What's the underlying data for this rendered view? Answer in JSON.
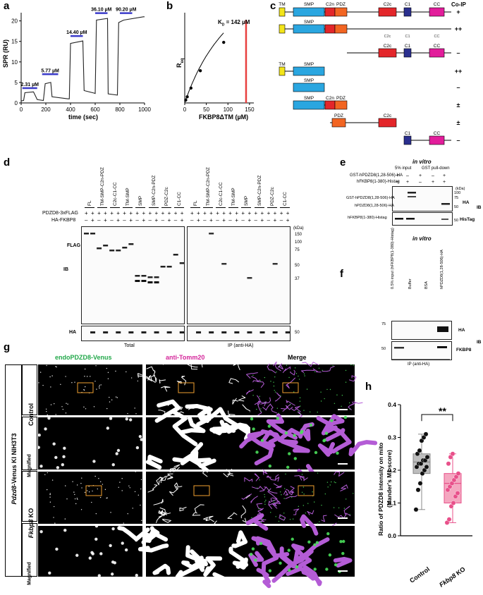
{
  "panels": {
    "a": "a",
    "b": "b",
    "c": "c",
    "d": "d",
    "e": "e",
    "f": "f",
    "g": "g",
    "h": "h"
  },
  "panel_a": {
    "ylabel": "SPR (RU)",
    "xlabel": "time (sec)",
    "yticks": [
      "0",
      "5",
      "10",
      "15",
      "20"
    ],
    "xticks": [
      "0",
      "200",
      "400",
      "600",
      "800",
      "1000"
    ],
    "conc_labels": [
      "2.31 µM",
      "5.77 µM",
      "14.40 µM",
      "36.10 µM",
      "90.20 µM"
    ]
  },
  "panel_b": {
    "ylabel_main": "R",
    "ylabel_sub": "eq",
    "xlabel": "FKBP8ΔTM (µM)",
    "xticks": [
      "0",
      "50",
      "100",
      "150"
    ],
    "kd_label": "K",
    "kd_sub": "D",
    "kd_value": " = 142 µM"
  },
  "panel_c": {
    "header": "Co-IP",
    "domain_names": [
      "TM",
      "SMP",
      "C2n",
      "PDZ",
      "C2c",
      "C1",
      "CC"
    ],
    "row_domain_labels": [
      "SMP",
      "SMP",
      "C2n",
      "PDZ",
      "TM",
      "SMP",
      "SMP",
      "SMP",
      "C2n",
      "PDZ",
      "PDZ",
      "C2c",
      "C1",
      "CC",
      "C2c",
      "C1",
      "CC"
    ],
    "sub_labels": [
      "C2c",
      "C1",
      "CC"
    ],
    "coip": [
      "+",
      "++",
      "–",
      "++",
      "–",
      "±",
      "±",
      "–"
    ]
  },
  "panel_d": {
    "lanes": [
      "FL",
      "TM-SMP-C2n-PDZ",
      "C2c-C1-CC",
      "TM-SMP",
      "SMP",
      "SMP-C2n-PDZ",
      "PDZ-C2c",
      "C1-CC"
    ],
    "row1_label": "PDZD8-3xFLAG",
    "row2_label": "HA-FKBP8",
    "row1_signs": [
      "+",
      "+",
      "+",
      "+",
      "+",
      "+",
      "+",
      "+",
      "+",
      "+",
      "+",
      "+",
      "+",
      "+",
      "+",
      "+"
    ],
    "row2_signs": [
      "–",
      "+",
      "–",
      "+",
      "–",
      "+",
      "–",
      "+",
      "–",
      "+",
      "–",
      "+",
      "–",
      "+",
      "–",
      "+"
    ],
    "kda_label": "(kDa)",
    "kda": [
      "150",
      "100",
      "75",
      "50",
      "37",
      "50"
    ],
    "ib": "IB",
    "flag": "FLAG",
    "ha": "HA",
    "total": "Total",
    "ip": "IP (anti-HA)"
  },
  "panel_e": {
    "title": "in vitro",
    "col1": "5% input",
    "col2": "GST pull-down",
    "row1_label": "GST-hPDZD8(1,28-506)-HA",
    "row2_label": "hFKBP8(1-380)-Histag",
    "row1_signs": [
      "+",
      "–",
      "+",
      "–",
      "+"
    ],
    "row2_signs": [
      "+",
      "+",
      "–",
      "+",
      "+"
    ],
    "band1": "GST-hPDZD8(1,28-506)-HA",
    "band2": "hPDZD8(1,28-506)-HA",
    "band3": "hFKBP8(1-380)-Histag",
    "kda_label": "(kDa)",
    "kda": [
      "100",
      "75",
      "50",
      "50"
    ],
    "ha": "HA",
    "histag": "HisTag",
    "ib": "IB"
  },
  "panel_f": {
    "title": "in vitro",
    "lanes": [
      "0.5% input (hFKBP8(1-380)-Histag)",
      "Buffer",
      "BSA",
      "hPDZD8(1,28-506)-HA"
    ],
    "kda": [
      "75",
      "50"
    ],
    "ha": "HA",
    "fkbp8": "FKBP8",
    "ib": "IB",
    "ip": "IP (anti-HA)"
  },
  "panel_g": {
    "col_titles": [
      "endoPDZD8-Venus",
      "anti-Tomm20",
      "Merge"
    ],
    "colors": {
      "venus": "#22a84a",
      "tomm": "#d4259a",
      "merge": "#b45cd6"
    },
    "outer_label_gene": "Pdzd8",
    "outer_label_rest": "-Venus KI NIH3T3",
    "control": "Control",
    "ko_gene": "Fkbp8",
    "ko_rest": " KO",
    "magnified": "Magnified"
  },
  "panel_h": {
    "ylabel_line1": "Ratio of PDZD8 intensity on mito",
    "ylabel_line2": "(Mander's M1 score)",
    "yticks": [
      "0.0",
      "0.1",
      "0.2",
      "0.3",
      "0.4"
    ],
    "significance": "**",
    "group1": "Control",
    "group2_gene": "Fkbp8",
    "group2_rest": " KO"
  },
  "chart_data": [
    {
      "type": "line",
      "panel": "a",
      "xlabel": "time (sec)",
      "ylabel": "SPR (RU)",
      "xlim": [
        0,
        1000
      ],
      "ylim": [
        0,
        22
      ],
      "x": [
        0,
        30,
        100,
        130,
        140,
        185,
        195,
        235,
        300,
        340,
        390,
        400,
        500,
        600,
        660,
        700,
        780,
        790,
        860,
        1000
      ],
      "y": [
        0.5,
        2.5,
        2.7,
        0.8,
        0.5,
        0.4,
        4.7,
        5,
        1.5,
        1.0,
        0.9,
        14.5,
        15.1,
        2.5,
        2.2,
        20.2,
        20.8,
        1.9,
        20.4,
        21.0
      ],
      "annotations": [
        "2.31 µM",
        "5.77 µM",
        "14.40 µM",
        "36.10 µM",
        "90.20 µM"
      ]
    },
    {
      "type": "scatter",
      "panel": "b",
      "xlabel": "FKBP8ΔTM (µM)",
      "ylabel": "Req",
      "x": [
        2.31,
        5.77,
        14.4,
        36.1,
        90.2
      ],
      "y": [
        0.9,
        1.9,
        4.6,
        10.0,
        18.8
      ],
      "xlim": [
        0,
        160
      ],
      "kd": 142
    },
    {
      "type": "scatter",
      "panel": "h",
      "ylabel": "Ratio of PDZD8 intensity on mito (Mander's M1 score)",
      "categories": [
        "Control",
        "Fkbp8 KO"
      ],
      "ylim": [
        0,
        0.4
      ],
      "series": [
        {
          "name": "Control",
          "values": [
            0.08,
            0.14,
            0.16,
            0.19,
            0.2,
            0.21,
            0.21,
            0.22,
            0.22,
            0.23,
            0.23,
            0.24,
            0.25,
            0.26,
            0.29,
            0.3,
            0.31
          ]
        },
        {
          "name": "Fkbp8 KO",
          "values": [
            0.04,
            0.05,
            0.09,
            0.1,
            0.12,
            0.13,
            0.14,
            0.15,
            0.16,
            0.17,
            0.18,
            0.19,
            0.22,
            0.24,
            0.25
          ]
        }
      ],
      "significance": "**"
    }
  ]
}
